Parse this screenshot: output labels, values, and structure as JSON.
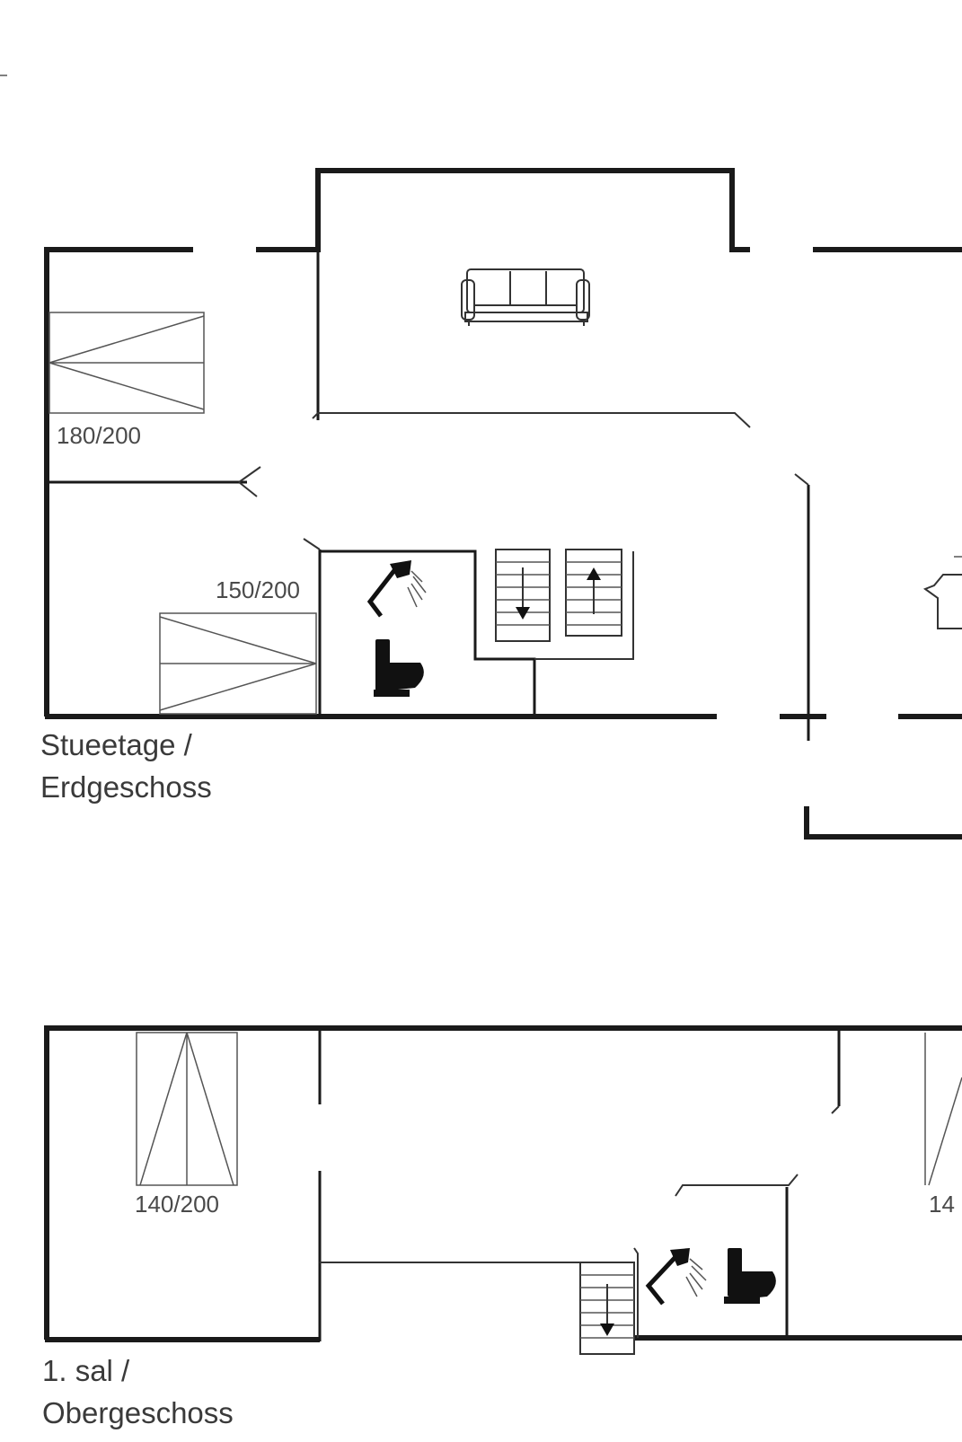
{
  "ground_floor": {
    "label_line1": "Stueetage /",
    "label_line2": "Erdgeschoss",
    "bed_large": "180/200",
    "bed_small": "150/200"
  },
  "first_floor": {
    "label_line1": "1. sal /",
    "label_line2": "Obergeschoss",
    "bed_left": "140/200",
    "bed_right_partial": "14"
  }
}
